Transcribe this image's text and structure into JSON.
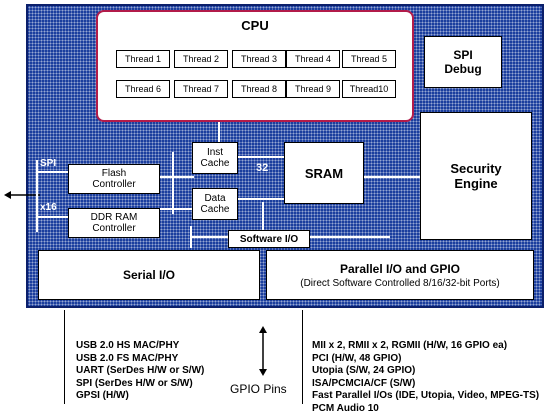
{
  "cpu": {
    "title": "CPU",
    "threads": [
      "Thread 1",
      "Thread 2",
      "Thread 3",
      "Thread 4",
      "Thread 5",
      "Thread 6",
      "Thread 7",
      "Thread 8",
      "Thread 9",
      "Thread10"
    ]
  },
  "spi_debug": {
    "line1": "SPI",
    "line2": "Debug"
  },
  "security_engine": {
    "line1": "Security",
    "line2": "Engine"
  },
  "sram": "SRAM",
  "inst_cache": {
    "line1": "Inst",
    "line2": "Cache"
  },
  "data_cache": {
    "line1": "Data",
    "line2": "Cache"
  },
  "bus_width": "32",
  "flash_controller": {
    "line1": "Flash",
    "line2": "Controller"
  },
  "ddr_controller": {
    "line1": "DDR RAM",
    "line2": "Controller"
  },
  "spi_label": "SPI",
  "x16_label": "x16",
  "software_io": "Software I/O",
  "serial_io": "Serial I/O",
  "parallel_io": {
    "title": "Parallel I/O and GPIO",
    "subtitle": "(Direct Software Controlled 8/16/32-bit Ports)"
  },
  "gpio_pins": "GPIO Pins",
  "serial_list": [
    "USB 2.0 HS MAC/PHY",
    "USB 2.0 FS MAC/PHY",
    "UART (SerDes H/W or S/W)",
    "SPI (SerDes H/W or S/W)",
    "GPSI (H/W)"
  ],
  "parallel_list": [
    "MII x 2, RMII x 2, RGMII (H/W, 16 GPIO ea)",
    "PCI (H/W, 48 GPIO)",
    "Utopia (S/W, 24 GPIO)",
    "ISA/PCMCIA/CF (S/W)",
    "Fast Parallel I/Os (IDE, Utopia, Video, MPEG-TS)",
    "PCM Audio 10"
  ]
}
